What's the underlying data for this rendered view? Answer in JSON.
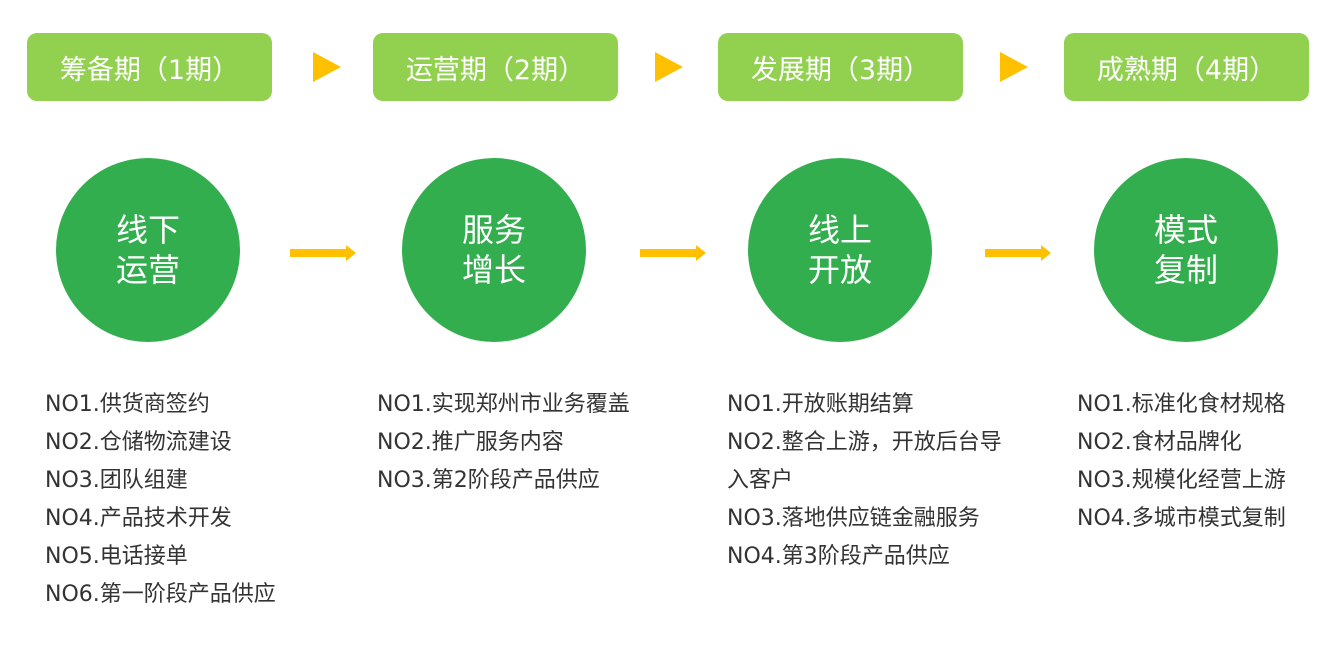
{
  "phases": [
    {
      "label": "筹备期（1期）",
      "circle": [
        "线下",
        "运营"
      ],
      "items": [
        "NO1.供货商签约",
        "NO2.仓储物流建设",
        "NO3.团队组建",
        "NO4.产品技术开发",
        "NO5.电话接单",
        "NO6.第一阶段产品供应"
      ]
    },
    {
      "label": "运营期（2期）",
      "circle": [
        "服务",
        "增长"
      ],
      "items": [
        "NO1.实现郑州市业务覆盖",
        "NO2.推广服务内容",
        "NO3.第2阶段产品供应"
      ]
    },
    {
      "label": "发展期（3期）",
      "circle": [
        "线上",
        "开放"
      ],
      "items": [
        "NO1.开放账期结算",
        "NO2.整合上游，开放后台导入客户",
        "NO3.落地供应链金融服务",
        "NO4.第3阶段产品供应"
      ]
    },
    {
      "label": "成熟期（4期）",
      "circle": [
        "模式",
        "复制"
      ],
      "items": [
        "NO1.标准化食材规格",
        "NO2.食材品牌化",
        "NO3.规模化经营上游",
        "NO4.多城市模式复制"
      ]
    }
  ],
  "colors": {
    "phase": "#92d050",
    "circle": "#33ae4f",
    "arrow": "#ffc000",
    "text": "#333333"
  }
}
